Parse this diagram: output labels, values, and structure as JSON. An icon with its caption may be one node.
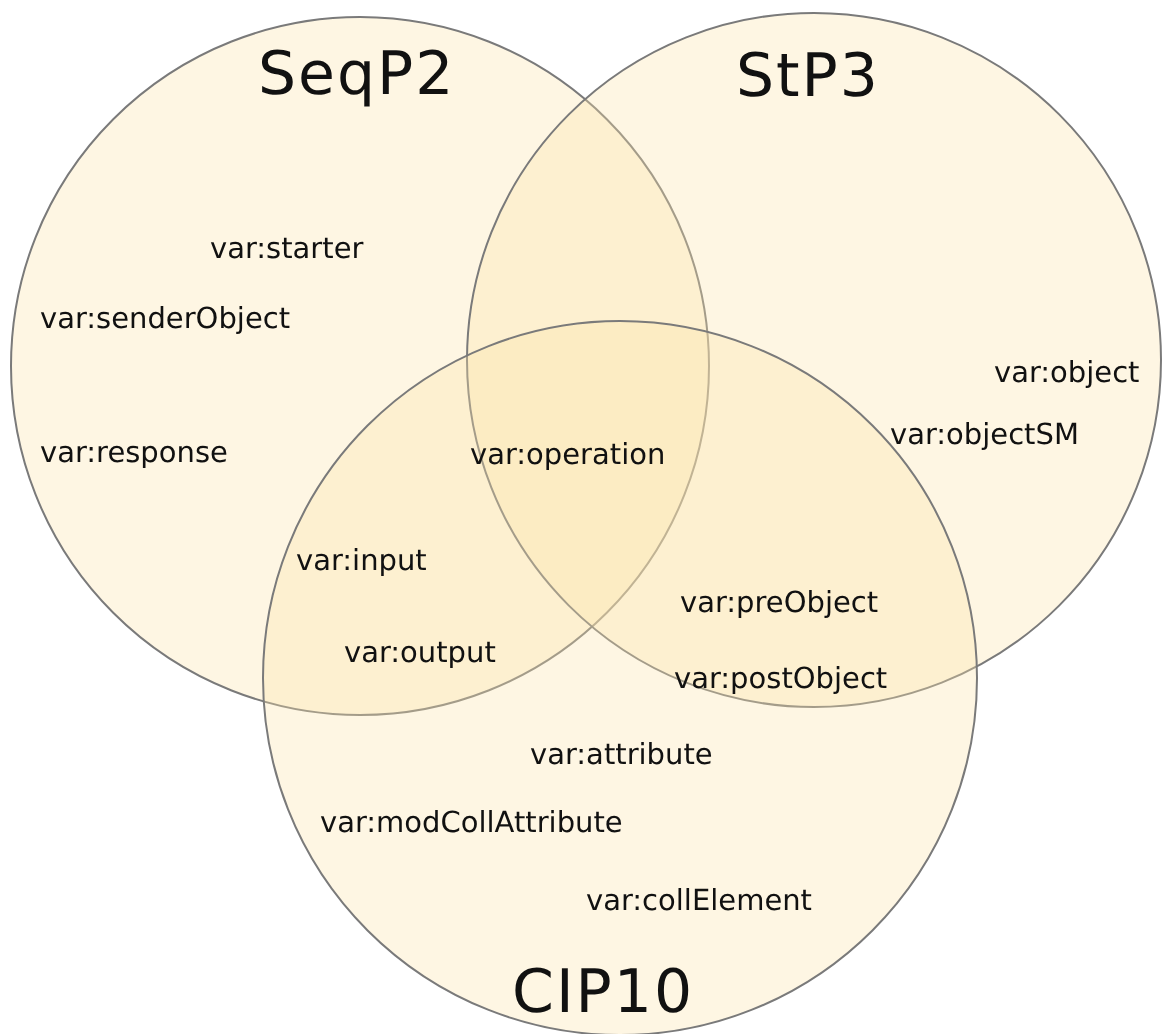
{
  "diagram": {
    "nodes": [
      {
        "text": [
          "SeqP2"
        ]
      },
      {
        "text": [
          "StP3"
        ]
      },
      {
        "text": [
          "CIP10"
        ]
      }
    ],
    "labels": [
      "var:starter",
      "var:object",
      "var:senderObject",
      "var:objectSM",
      "var:response",
      "var:operation",
      "var:input",
      "var:preObject",
      "var:output",
      "var:postObject",
      "var:attribute",
      "var:modCollAttribute",
      "var:collElement"
    ]
  }
}
